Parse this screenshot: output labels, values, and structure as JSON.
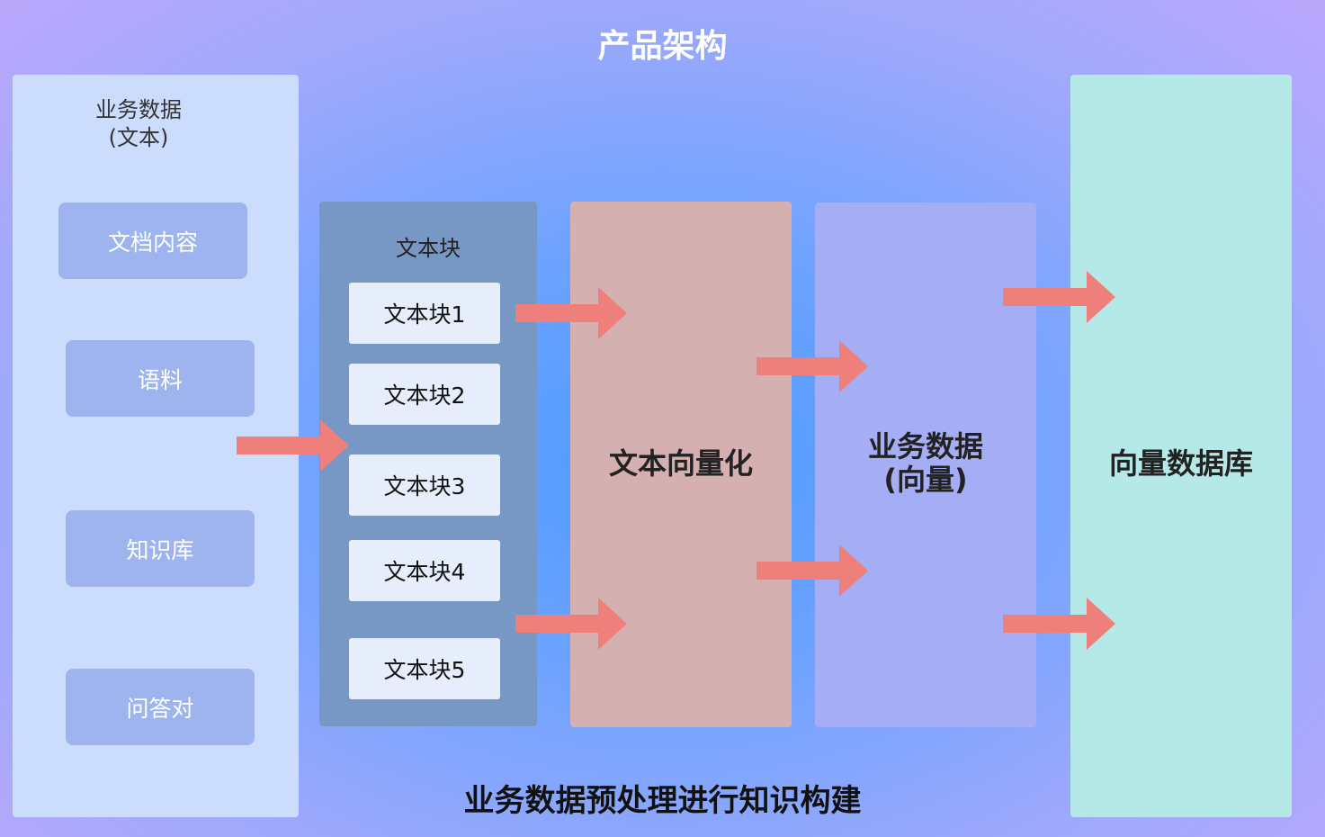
{
  "title": "产品架构",
  "source": {
    "heading_line1": "业务数据",
    "heading_line2": "(文本)",
    "items": [
      "文档内容",
      "语料",
      "知识库",
      "问答对"
    ]
  },
  "chunks": {
    "heading": "文本块",
    "items": [
      "文本块1",
      "文本块2",
      "文本块3",
      "文本块4",
      "文本块5"
    ]
  },
  "vectorize": "文本向量化",
  "vector_data": {
    "line1": "业务数据",
    "line2": "(向量)"
  },
  "vector_db": "向量数据库",
  "footer": "业务数据预处理进行知识构建",
  "colors": {
    "arrow": "#ee7f7b",
    "source_panel": "#cbdcfc",
    "chunk_panel": "#7797c4",
    "vectorize_panel": "#d4b0b0",
    "vector_panel": "#a5adf5",
    "db_panel": "#b4e9e8"
  }
}
